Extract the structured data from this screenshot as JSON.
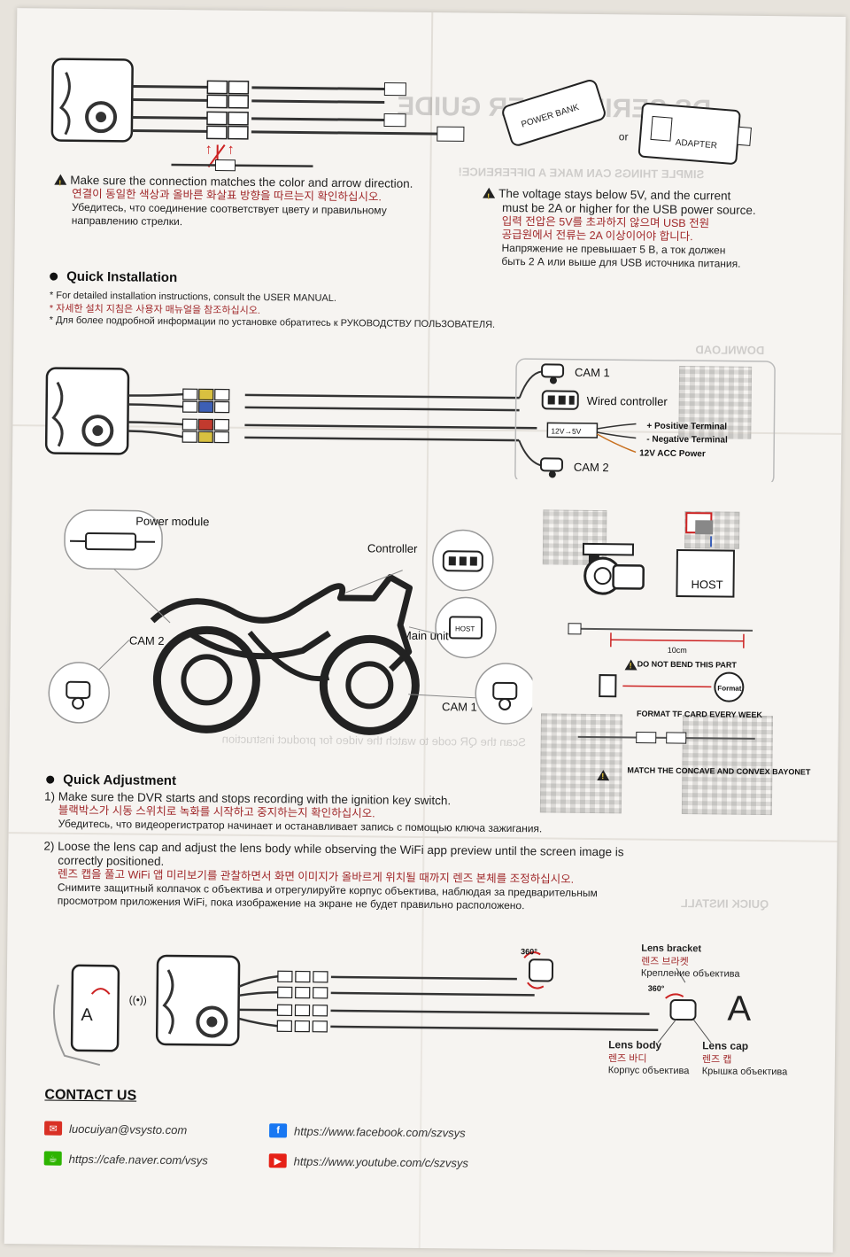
{
  "top": {
    "warn_left": {
      "en": "Make sure the connection matches the color and arrow direction.",
      "ko": "연결이 동일한 색상과 올바른 화살표 방향을 따르는지 확인하십시오.",
      "ru1": "Убедитесь, что соединение соответствует цвету и правильному",
      "ru2": "направлению стрелки."
    },
    "warn_right": {
      "en1": "The voltage stays below 5V, and the current",
      "en2": "must be 2A or higher for the USB power source.",
      "ko1": "입력 전압은 5V를 초과하지 않으며 USB 전원",
      "ko2": "공급원에서 전류는 2A 이상이어야 합니다.",
      "ru1": "Напряжение не превышает 5 В, а ток должен",
      "ru2": "быть 2 А или выше для USB источника питания."
    },
    "power_bank": "POWER BANK",
    "or": "or",
    "adapter": "ADAPTER"
  },
  "quick_installation": {
    "title": "Quick Installation",
    "note_en": "* For detailed installation instructions, consult the USER MANUAL.",
    "note_ko": "* 자세한 설치 지침은 사용자 매뉴얼을 참조하십시오.",
    "note_ru": "* Для более подробной информации по установке обратитесь к РУКОВОДСТВУ ПОЛЬЗОВАТЕЛЯ.",
    "cam1": "CAM 1",
    "wired_controller": "Wired controller",
    "converter": "12V→5V",
    "positive": "+ Positive Terminal",
    "negative": "- Negative Terminal",
    "acc": "12V ACC Power",
    "cam2": "CAM 2"
  },
  "bike": {
    "power_module": "Power module",
    "controller": "Controller",
    "cam2": "CAM 2",
    "main_unit": "Main unit",
    "host_small": "HOST",
    "cam1": "CAM 1"
  },
  "right_panel": {
    "host": "HOST",
    "length": "10cm",
    "no_bend": "DO NOT BEND THIS PART",
    "format": "Format",
    "format_note": "FORMAT TF CARD EVERY WEEK",
    "bayonet": "MATCH THE CONCAVE AND CONVEX BAYONET"
  },
  "quick_adjustment": {
    "title": "Quick Adjustment",
    "s1_en": "1) Make sure the DVR starts and stops recording with the ignition key switch.",
    "s1_ko": "블랙박스가 시동 스위치로 녹화를 시작하고 중지하는지 확인하십시오.",
    "s1_ru": "Убедитесь, что видеорегистратор начинает и останавливает запись с помощью ключа зажигания.",
    "s2_en1": "2) Loose the lens cap and adjust the lens body while observing the WiFi app preview until the screen image is",
    "s2_en2": "correctly positioned.",
    "s2_ko": "렌즈 캡을 풀고 WiFi 앱 미리보기를 관찰하면서 화면 이미지가 올바르게 위치될 때까지 렌즈 본체를 조정하십시오.",
    "s2_ru1": "Снимите защитный колпачок с объектива и отрегулируйте корпус объектива, наблюдая за предварительным",
    "s2_ru2": "просмотром приложения WiFi, пока изображение на экране не будет правильно расположено."
  },
  "lens": {
    "deg1": "360°",
    "deg2": "360°",
    "bracket_en": "Lens bracket",
    "bracket_ko": "렌즈 브라켓",
    "bracket_ru": "Крепление объектива",
    "body_en": "Lens body",
    "body_ko": "렌즈 바디",
    "body_ru": "Корпус объектива",
    "cap_en": "Lens cap",
    "cap_ko": "렌즈 캡",
    "cap_ru": "Крышка объектива",
    "letter": "A"
  },
  "contact": {
    "title": "CONTACT US",
    "email": "luocuiyan@vsysto.com",
    "cafe": "https://cafe.naver.com/vsys",
    "facebook": "https://www.facebook.com/szvsys",
    "youtube": "https://www.youtube.com/c/szvsys"
  },
  "colors": {
    "korean": "#a0282a",
    "text": "#222222",
    "paper": "#f6f4f1",
    "gmail": "#d93025",
    "facebook": "#1877f2",
    "youtube": "#e62117",
    "naver": "#2db400"
  },
  "icons": [
    "warning-icon",
    "mail-icon",
    "facebook-icon",
    "naver-cafe-icon",
    "youtube-icon",
    "wifi-signal-icon",
    "sd-card-icon"
  ]
}
